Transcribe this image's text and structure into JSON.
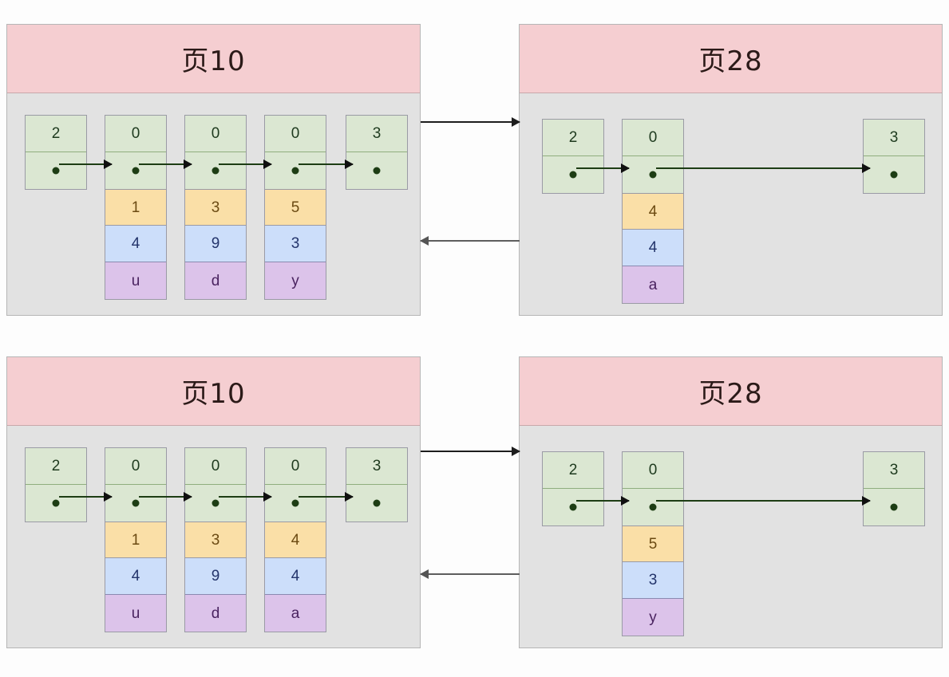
{
  "diagram": {
    "type": "linked-list-page-diagram",
    "description": "Two stages of an InnoDB page record chain split across page 10 and page 28",
    "colors": {
      "header_pink": "#f5ced1",
      "body_gray": "#e2e2e2",
      "node_green": "#dbe7d2",
      "cell_orange": "#fadfa7",
      "cell_blue": "#ccdefa",
      "cell_purple": "#dcc3ea",
      "arrow": "#1d1d1d",
      "title_text": "#2b1a18"
    }
  },
  "panels": [
    {
      "id": "top-left",
      "title": "页10",
      "nodes": [
        {
          "key": "2",
          "pointer": true,
          "fields": []
        },
        {
          "key": "0",
          "pointer": true,
          "fields": [
            {
              "value": "1",
              "color": "orange"
            },
            {
              "value": "4",
              "color": "blue"
            },
            {
              "value": "u",
              "color": "purple"
            }
          ]
        },
        {
          "key": "0",
          "pointer": true,
          "fields": [
            {
              "value": "3",
              "color": "orange"
            },
            {
              "value": "9",
              "color": "blue"
            },
            {
              "value": "d",
              "color": "purple"
            }
          ]
        },
        {
          "key": "0",
          "pointer": true,
          "fields": [
            {
              "value": "5",
              "color": "orange"
            },
            {
              "value": "3",
              "color": "blue"
            },
            {
              "value": "y",
              "color": "purple"
            }
          ]
        },
        {
          "key": "3",
          "pointer": true,
          "terminal": true,
          "fields": []
        }
      ]
    },
    {
      "id": "top-right",
      "title": "页28",
      "nodes": [
        {
          "key": "2",
          "pointer": true,
          "fields": []
        },
        {
          "key": "0",
          "pointer": true,
          "fields": [
            {
              "value": "4",
              "color": "orange"
            },
            {
              "value": "4",
              "color": "blue"
            },
            {
              "value": "a",
              "color": "purple"
            }
          ]
        },
        {
          "key": "3",
          "pointer": true,
          "terminal": true,
          "fields": []
        }
      ]
    },
    {
      "id": "bottom-left",
      "title": "页10",
      "nodes": [
        {
          "key": "2",
          "pointer": true,
          "fields": []
        },
        {
          "key": "0",
          "pointer": true,
          "fields": [
            {
              "value": "1",
              "color": "orange"
            },
            {
              "value": "4",
              "color": "blue"
            },
            {
              "value": "u",
              "color": "purple"
            }
          ]
        },
        {
          "key": "0",
          "pointer": true,
          "fields": [
            {
              "value": "3",
              "color": "orange"
            },
            {
              "value": "9",
              "color": "blue"
            },
            {
              "value": "d",
              "color": "purple"
            }
          ]
        },
        {
          "key": "0",
          "pointer": true,
          "fields": [
            {
              "value": "4",
              "color": "orange"
            },
            {
              "value": "4",
              "color": "blue"
            },
            {
              "value": "a",
              "color": "purple"
            }
          ]
        },
        {
          "key": "3",
          "pointer": true,
          "terminal": true,
          "fields": []
        }
      ]
    },
    {
      "id": "bottom-right",
      "title": "页28",
      "nodes": [
        {
          "key": "2",
          "pointer": true,
          "fields": []
        },
        {
          "key": "0",
          "pointer": true,
          "fields": [
            {
              "value": "5",
              "color": "orange"
            },
            {
              "value": "3",
              "color": "blue"
            },
            {
              "value": "y",
              "color": "purple"
            }
          ]
        },
        {
          "key": "3",
          "pointer": true,
          "terminal": true,
          "fields": []
        }
      ]
    }
  ],
  "connectors": [
    {
      "id": "top-forward",
      "direction": "right",
      "from": "top-left",
      "to": "top-right"
    },
    {
      "id": "top-backward",
      "direction": "left",
      "from": "top-right",
      "to": "top-left"
    },
    {
      "id": "bottom-forward",
      "direction": "right",
      "from": "bottom-left",
      "to": "bottom-right"
    },
    {
      "id": "bottom-backward",
      "direction": "left",
      "from": "bottom-right",
      "to": "bottom-left"
    }
  ]
}
